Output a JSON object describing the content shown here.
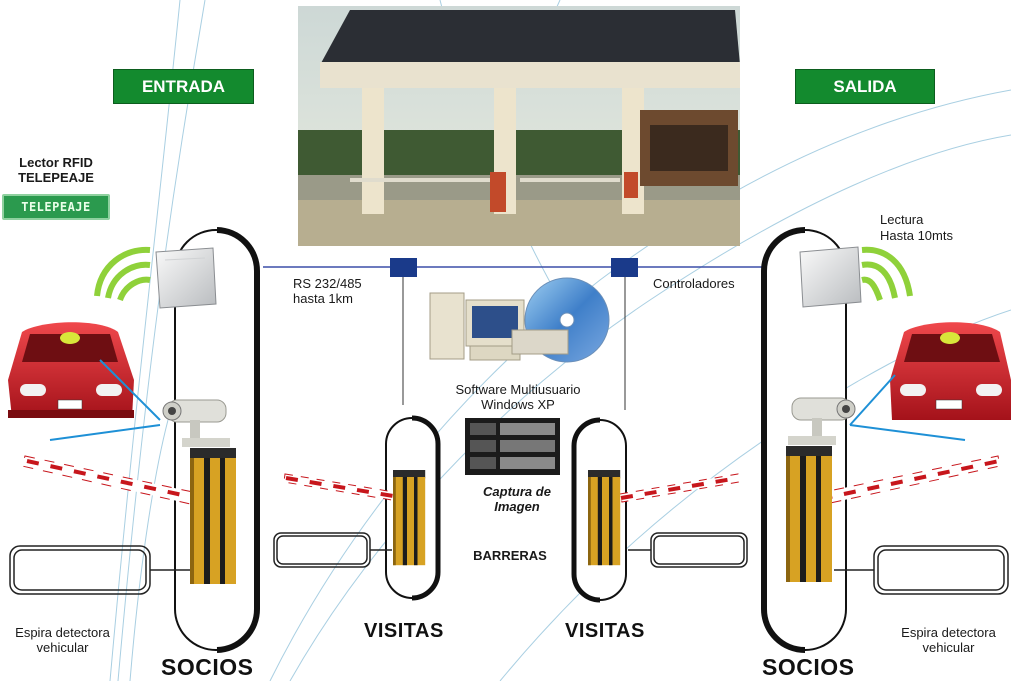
{
  "colors": {
    "badge_green": "#138a2e",
    "link_line": "#3b4ea8",
    "controller": "#1a3a8a",
    "barrier_stripe": "#e8a817",
    "car_red": "#d81f26"
  },
  "badges": {
    "entry": "ENTRADA",
    "exit": "SALIDA"
  },
  "left": {
    "rfid_title": "Lector RFID",
    "rfid_subtitle": "TELEPEAJE",
    "tele_logo": "TELEPEAJE",
    "loop_label_1": "Espira detectora",
    "loop_label_2": "vehicular",
    "lane_label": "SOCIOS"
  },
  "right": {
    "read_label_1": "Lectura",
    "read_label_2": "Hasta 10mts",
    "loop_label_1": "Espira detectora",
    "loop_label_2": "vehicular",
    "lane_label": "SOCIOS"
  },
  "center": {
    "rs_label_1": "RS 232/485",
    "rs_label_2": "hasta 1km",
    "controllers_label": "Controladores",
    "software_label_1": "Software Multiusuario",
    "software_label_2": "Windows XP",
    "capture_label_1": "Captura de",
    "capture_label_2": "Imagen",
    "barriers_label": "BARRERAS",
    "visitor_lane_left": "VISITAS",
    "visitor_lane_right": "VISITAS"
  },
  "icons": [
    "gate-photo",
    "rfid-reader-icon",
    "car-icon",
    "camera-icon",
    "barrier-icon",
    "computer-icon",
    "capture-screen-icon",
    "controller-icon",
    "loop-detector-icon"
  ]
}
